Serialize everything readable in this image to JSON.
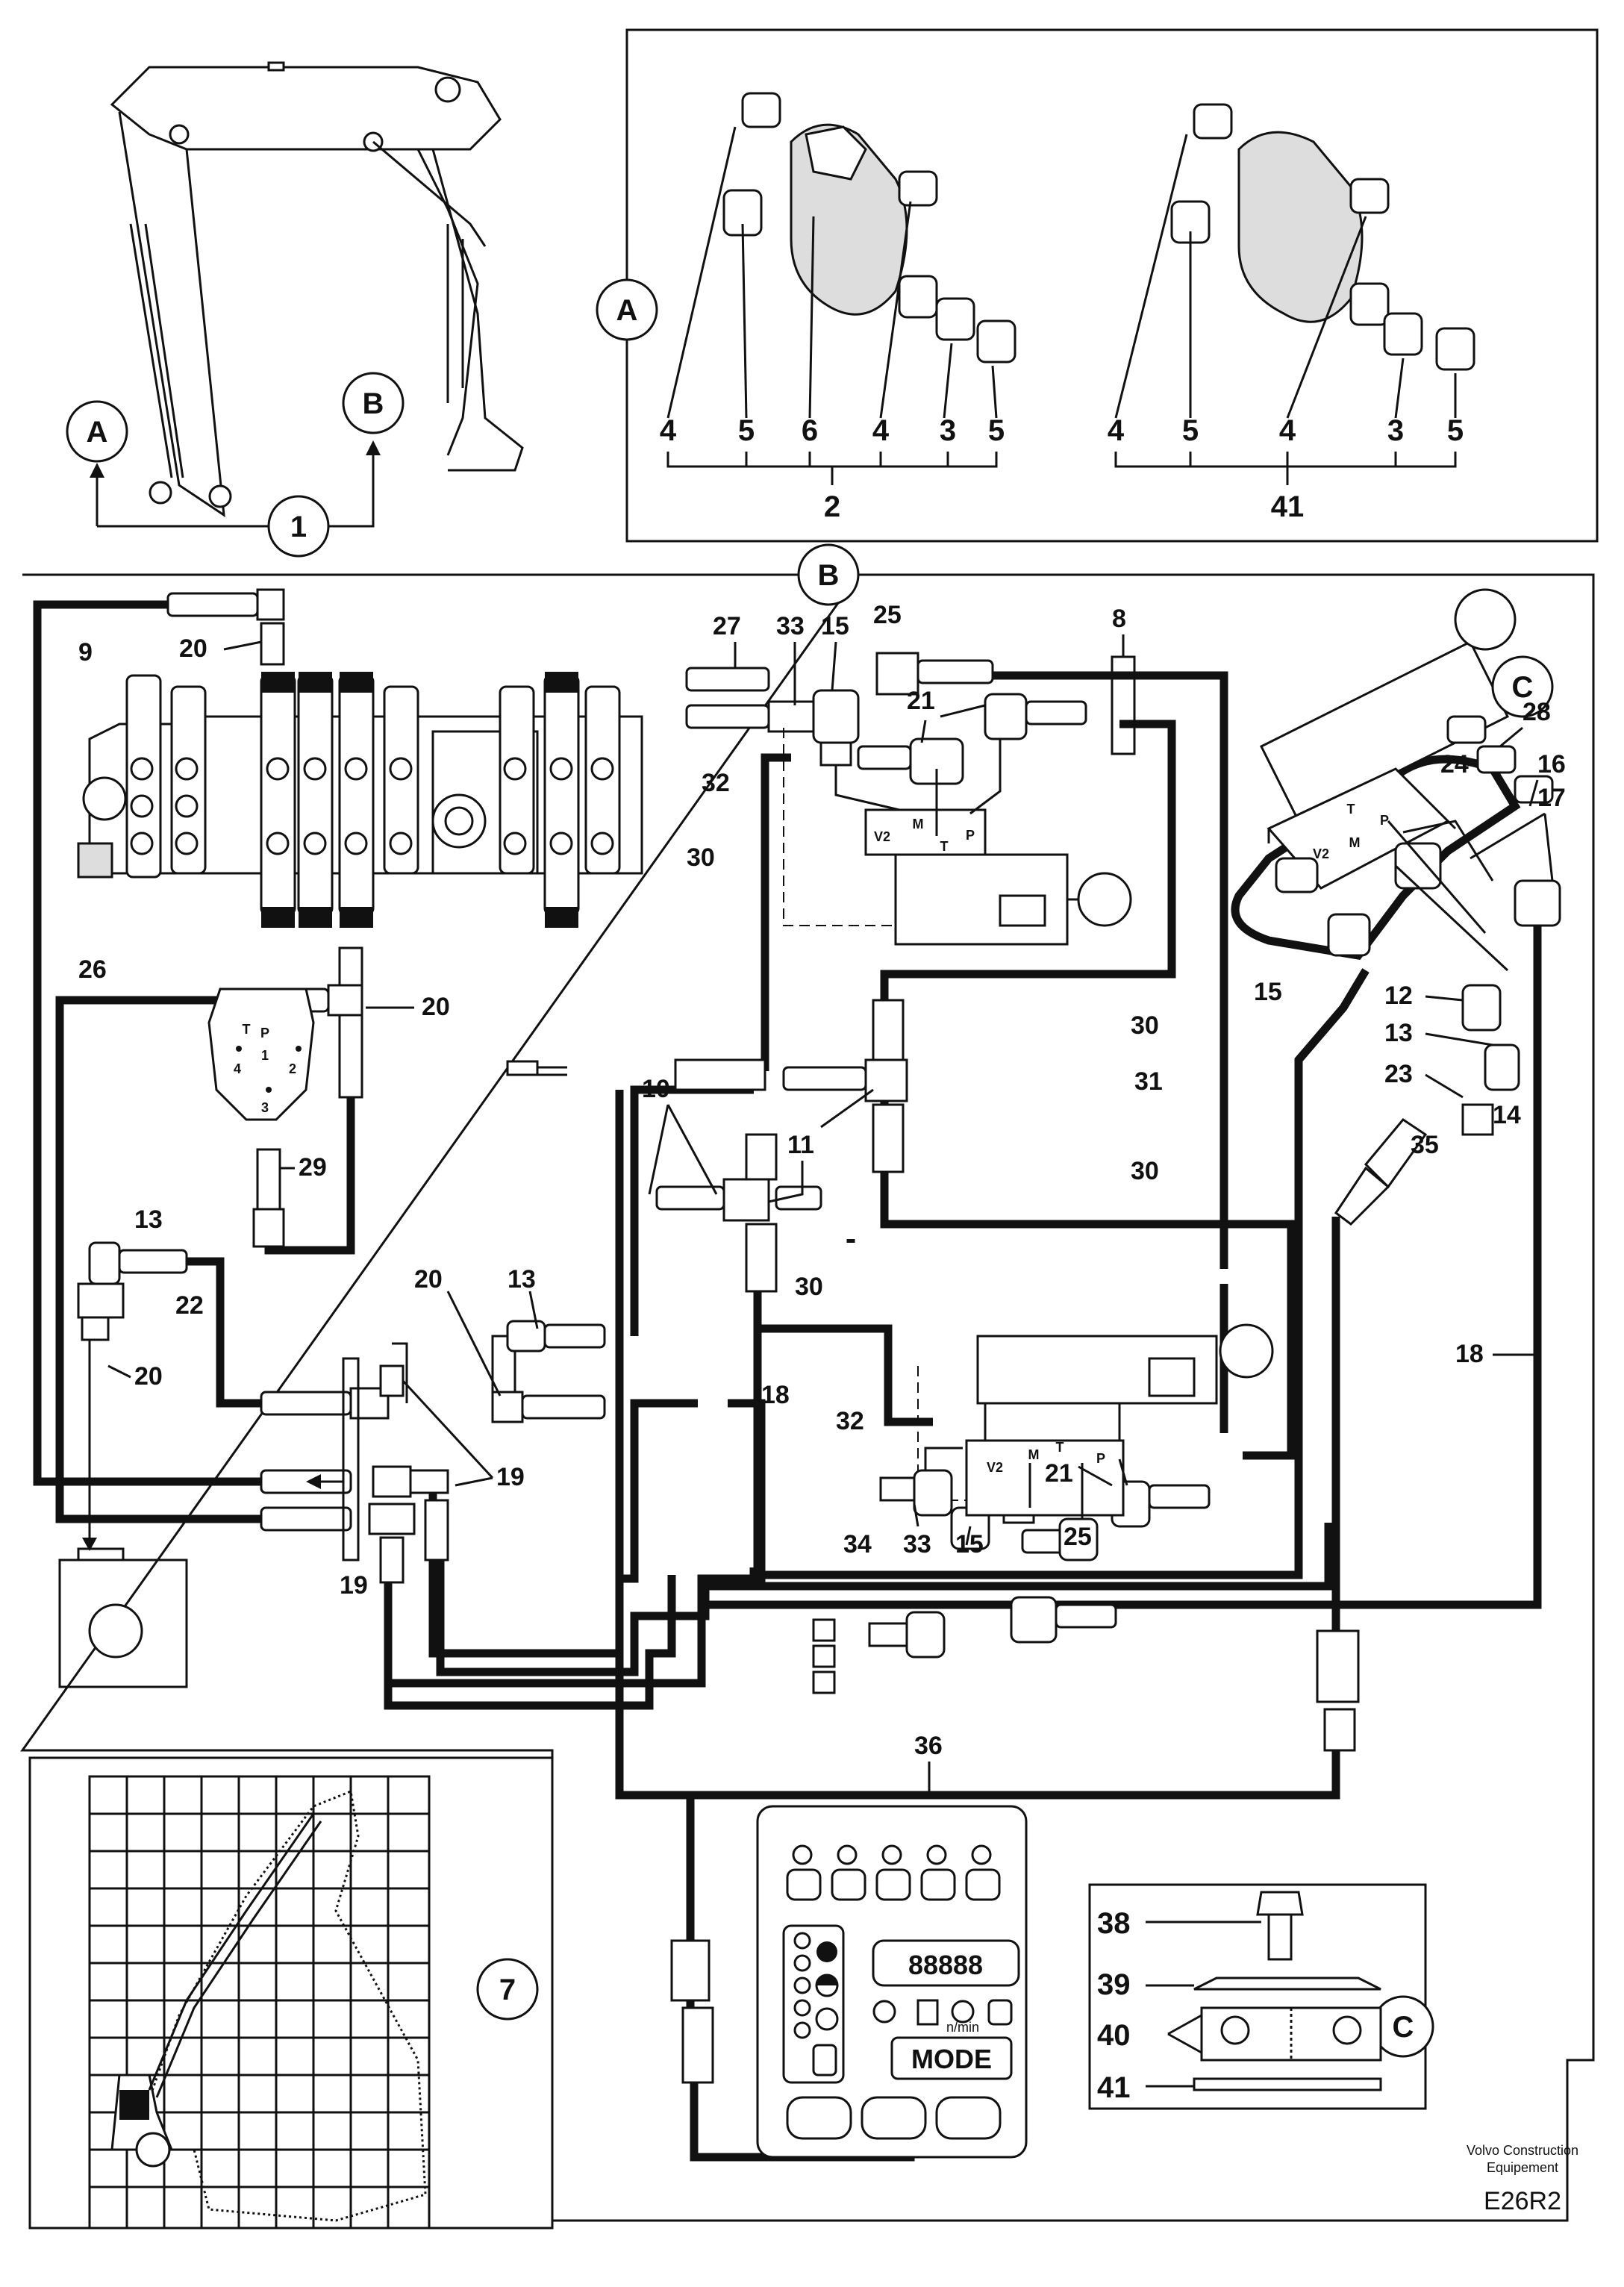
{
  "detail_A": {
    "circle_label": "A",
    "set_2": {
      "callouts": [
        "4",
        "5",
        "6",
        "4",
        "3",
        "5"
      ],
      "total": "2"
    },
    "set_41": {
      "callouts": [
        "4",
        "5",
        "4",
        "3",
        "5"
      ],
      "total": "41"
    }
  },
  "overview": {
    "circle_A": "A",
    "circle_B": "B",
    "circle_1": "1"
  },
  "main": {
    "circle_B": "B",
    "circle_C": "C",
    "labels": {
      "l9": "9",
      "l20a": "20",
      "l26": "26",
      "l20b": "20",
      "l29": "29",
      "l13a": "13",
      "l22": "22",
      "l20c": "20",
      "l19a": "19",
      "l19b": "19",
      "l20d": "20",
      "l13b": "13",
      "l10": "10",
      "l11": "11",
      "l18a": "18",
      "l27": "27",
      "l33a": "33",
      "l15a": "15",
      "l25a": "25",
      "l8": "8",
      "l32a": "32",
      "l21a": "21",
      "l30a": "30",
      "l30b": "30",
      "l31": "31",
      "l30c": "30",
      "l30d": "30",
      "l32b": "32",
      "l34": "34",
      "l33b": "33",
      "l15b": "15",
      "l21b": "21",
      "l25b": "25",
      "l28": "28",
      "l24": "24",
      "l16": "16",
      "l17": "17",
      "l15c": "15",
      "l12": "12",
      "l13c": "13",
      "l23": "23",
      "l14": "14",
      "l35": "35",
      "l18b": "18",
      "l36": "36"
    },
    "valve_ports": {
      "v2": "V2",
      "m": "M",
      "t": "T",
      "p": "P"
    },
    "manifold_ports": {
      "p": "P",
      "t": "T",
      "p1": "1",
      "p2": "2",
      "p3": "3",
      "p4": "4"
    }
  },
  "detail_7": {
    "circle_label": "7"
  },
  "detail_C": {
    "circle_label": "C",
    "callouts": [
      "38",
      "39",
      "40",
      "41"
    ]
  },
  "instrument_panel": {
    "display": "88888",
    "mode_button": "MODE",
    "rpm_unit": "n/min"
  },
  "footer": {
    "credit_line1": "Volvo Construction",
    "credit_line2": "Equipement",
    "code": "E26R2"
  }
}
